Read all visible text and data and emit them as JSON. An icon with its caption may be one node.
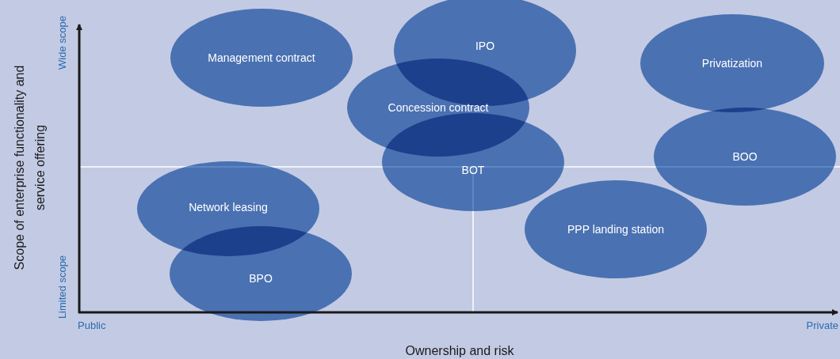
{
  "diagram": {
    "nodes": [
      {
        "text": [
          "Management contract"
        ]
      },
      {
        "text": [
          "IPO"
        ]
      },
      {
        "text": [
          "Privatization"
        ]
      },
      {
        "text": [
          "Concession contract"
        ]
      },
      {
        "text": [
          "BOO"
        ]
      },
      {
        "text": [
          "BOT"
        ]
      },
      {
        "text": [
          "Network leasing"
        ]
      },
      {
        "text": [
          "PPP landing station"
        ]
      },
      {
        "text": [
          "BPO"
        ]
      }
    ],
    "labels": [
      "Wide scope",
      "Scope of enterprise functionality and service offering",
      "Limited scope",
      "Public",
      "Private",
      "Ownership and risk"
    ]
  }
}
